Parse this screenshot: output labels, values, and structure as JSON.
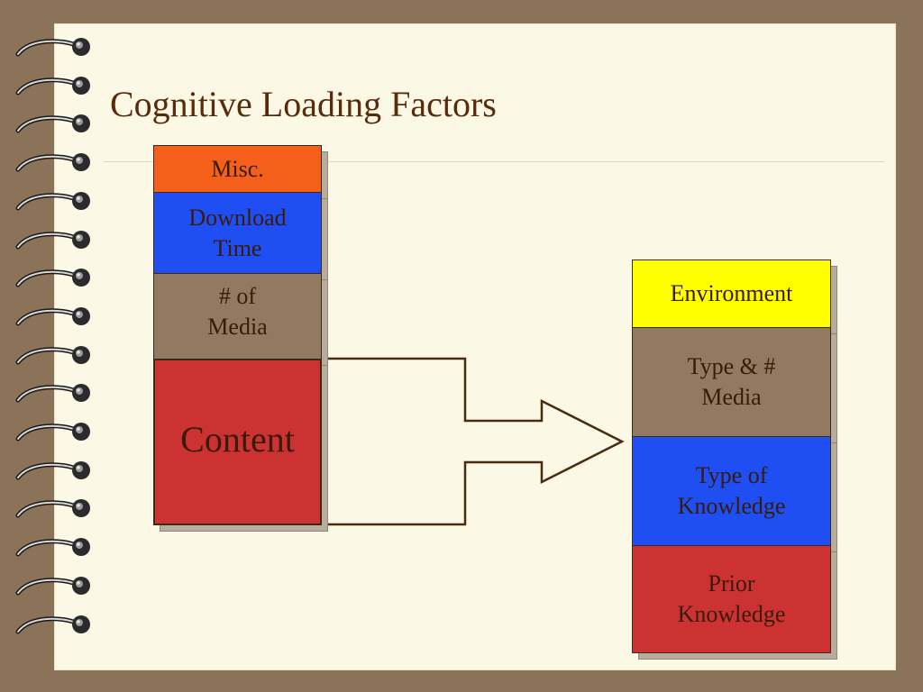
{
  "title": "Cognitive Loading Factors",
  "left_stack": {
    "misc": "Misc.",
    "download_time": "Download Time",
    "num_media": "# of Media",
    "content": "Content"
  },
  "right_stack": {
    "environment": "Environment",
    "type_num_media": "Type & # Media",
    "type_knowledge": "Type of Knowledge",
    "prior_knowledge": "Prior Knowledge"
  },
  "colors": {
    "orange": "#f45f1a",
    "blue": "#1f4ef2",
    "tan": "#927a61",
    "red": "#cd3232",
    "yellow": "#ffff00"
  }
}
